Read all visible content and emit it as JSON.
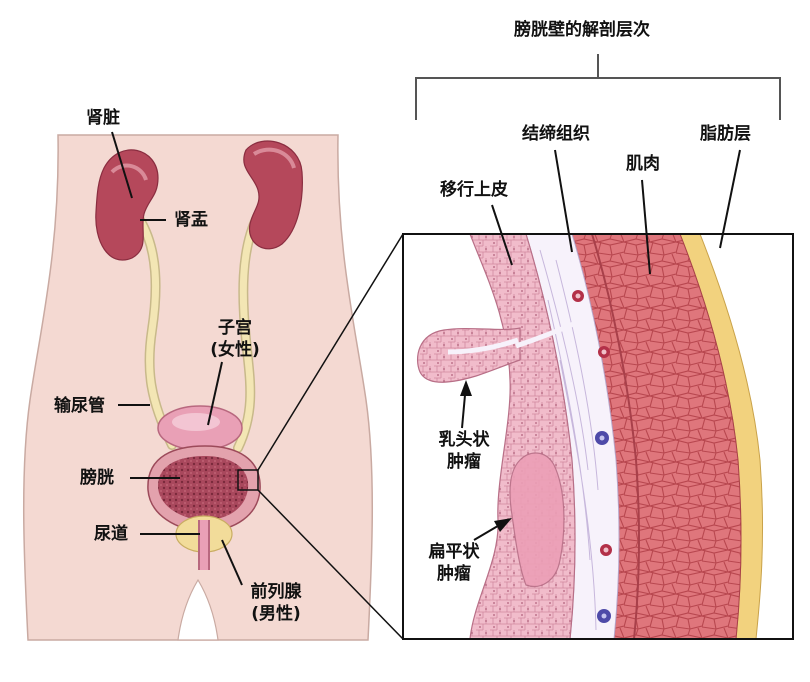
{
  "diagram": {
    "title": "膀胱壁的解剖层次",
    "anatomy_labels": {
      "kidney": "肾脏",
      "renal_pelvis": "肾盂",
      "uterus": "子宫",
      "uterus_note": "(女性)",
      "ureter": "输尿管",
      "bladder": "膀胱",
      "urethra": "尿道",
      "prostate": "前列腺",
      "prostate_note": "(男性)"
    },
    "layer_labels": {
      "connective_tissue": "结缔组织",
      "fat_layer": "脂肪层",
      "transitional_epithelium": "移行上皮",
      "muscle": "肌肉"
    },
    "tumor_labels": {
      "papillary_1": "乳头状",
      "papillary_2": "肿瘤",
      "squamous_1": "扁平状",
      "squamous_2": "肿瘤"
    },
    "colors": {
      "skin": "#f4d9d2",
      "skin_outline": "#c9aaa2",
      "kidney": "#b5485b",
      "ureter": "#f3e6b4",
      "bladder_wall": "#d97f8d",
      "muscle": "#d96e74",
      "fat": "#f2d27e",
      "epithelium": "#eeb0c3",
      "connective": "#f7f2fb"
    }
  }
}
